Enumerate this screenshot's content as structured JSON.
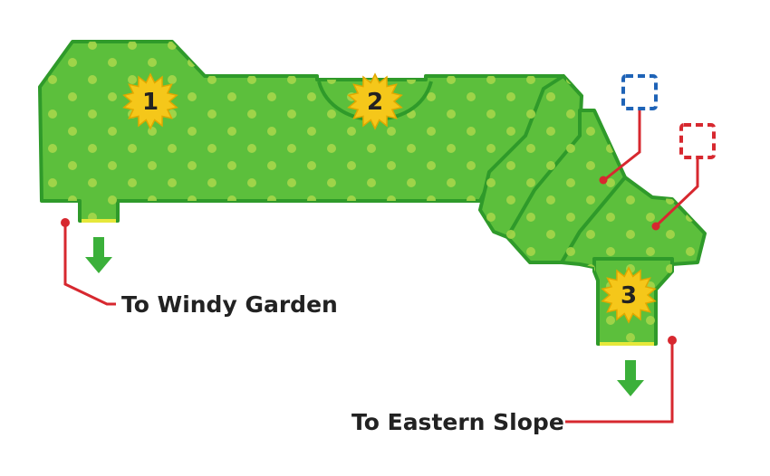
{
  "map": {
    "colors": {
      "grass": "#5cbf3c",
      "grass_dark": "#2f9a2a",
      "dot": "#a6d64a",
      "edge_yellow": "#e6e83a",
      "star": "#f5c71a",
      "arrow": "#3bb03a",
      "line_red": "#d7282f",
      "marker_blue": "#1e63b7",
      "marker_red": "#d7282f",
      "text": "#222222"
    },
    "stars": [
      {
        "number": "1",
        "icon": "sun-star-icon"
      },
      {
        "number": "2",
        "icon": "sun-star-icon"
      },
      {
        "number": "3",
        "icon": "sun-star-icon"
      }
    ],
    "exits": [
      {
        "label": "To Windy Garden",
        "icon": "down-arrow-icon"
      },
      {
        "label": "To Eastern Slope",
        "icon": "down-arrow-icon"
      }
    ],
    "markers": [
      {
        "icon": "blue-dashed-square-icon"
      },
      {
        "icon": "red-dashed-square-icon"
      }
    ]
  }
}
